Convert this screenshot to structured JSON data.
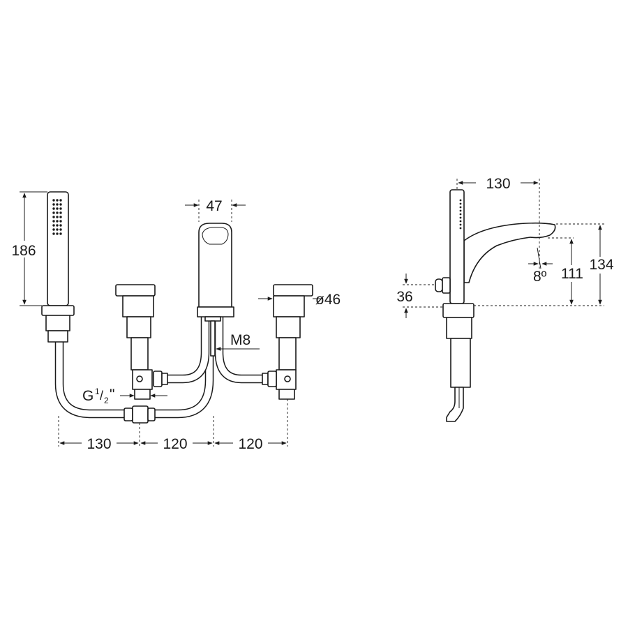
{
  "dimensions": {
    "front_height": "186",
    "spout_width": "47",
    "diameter": "ø46",
    "thread_m": "M8",
    "thread_g": "G",
    "thread_g_frac_num": "1",
    "thread_g_frac_sep": "/",
    "thread_g_frac_den": "2",
    "thread_g_inch": "\"",
    "spacing_left": "130",
    "spacing_mid": "120",
    "spacing_right": "120",
    "side_reach": "130",
    "side_angle": "8º",
    "side_spout_height": "111",
    "side_total_height": "134",
    "side_lever_height": "36"
  }
}
